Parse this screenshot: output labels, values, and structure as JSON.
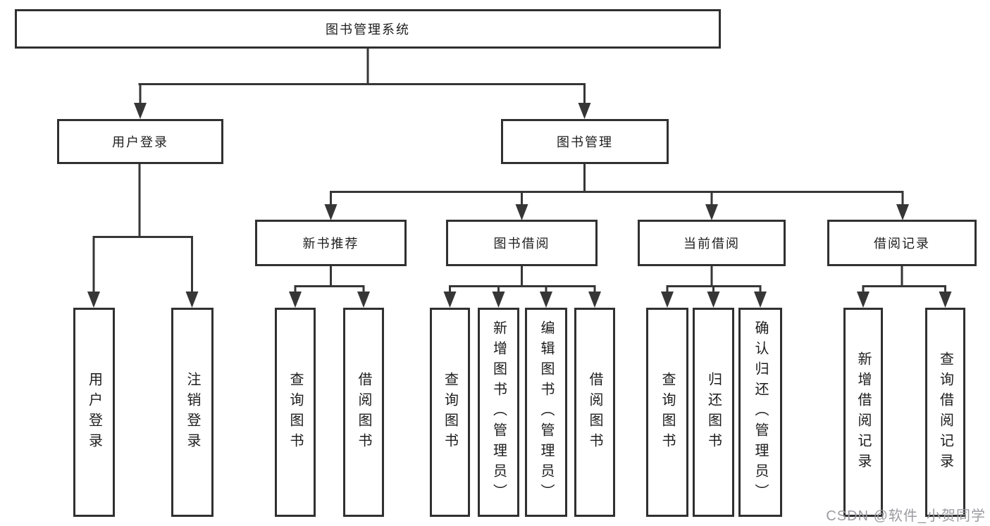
{
  "tree": {
    "label": "图书管理系统",
    "children": [
      {
        "label": "用户登录",
        "children": [
          {
            "label": "用户登录"
          },
          {
            "label": "注销登录"
          }
        ]
      },
      {
        "label": "图书管理",
        "children": [
          {
            "label": "新书推荐",
            "children": [
              {
                "label": "查询图书"
              },
              {
                "label": "借阅图书"
              }
            ]
          },
          {
            "label": "图书借阅",
            "children": [
              {
                "label": "查询图书"
              },
              {
                "label": "新增图书（管理员）"
              },
              {
                "label": "编辑图书（管理员）"
              },
              {
                "label": "借阅图书"
              }
            ]
          },
          {
            "label": "当前借阅",
            "children": [
              {
                "label": "查询图书"
              },
              {
                "label": "归还图书"
              },
              {
                "label": "确认归还（管理员）"
              }
            ]
          },
          {
            "label": "借阅记录",
            "children": [
              {
                "label": "新增借阅记录"
              },
              {
                "label": "查询借阅记录"
              }
            ]
          }
        ]
      }
    ]
  },
  "watermark": {
    "text": "CSDN @软件_小贺同学"
  },
  "colors": {
    "line": "#363636",
    "border": "#303030",
    "text": "#1d1d1d",
    "watermark": "#9b9ba1",
    "background": "#ffffff"
  }
}
